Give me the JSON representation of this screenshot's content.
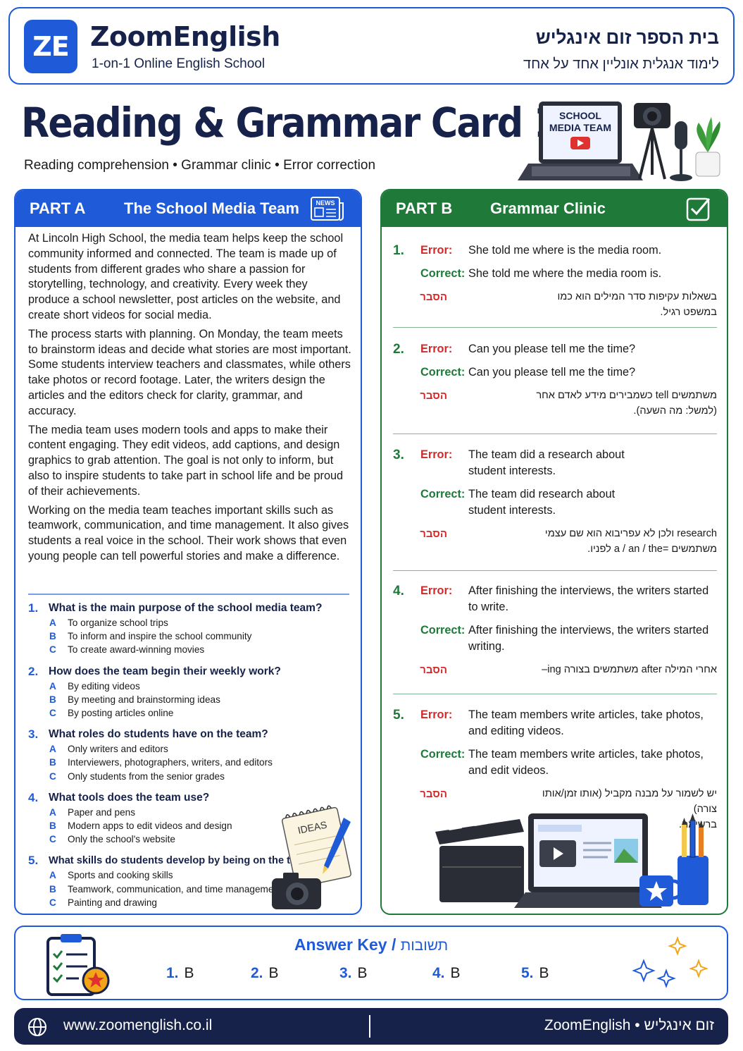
{
  "header": {
    "logo": "ZE",
    "brand": "ZoomEnglish",
    "subtitle": "1-on-1 Online English School",
    "hebrew_title": "בית הספר זום אינגליש",
    "hebrew_subtitle": "לימוד אנגלית אונליין אחד על אחד"
  },
  "title": "Reading & Grammar Card 163",
  "subtitle": "Reading comprehension • Grammar clinic • Error correction",
  "illustration_top": {
    "screen_line1": "SCHOOL",
    "screen_line2": "MEDIA TEAM"
  },
  "part_a": {
    "label": "PART A",
    "name": "The School Media Team",
    "icon_text": "NEWS",
    "paragraphs": [
      "At Lincoln High School, the media team helps keep the school community informed and connected. The team is made up of students from different grades who share a passion for storytelling, technology, and creativity. Every week they produce a school newsletter, post articles on the website, and create short videos for social media.",
      "The process starts with planning. On Monday, the team meets to brainstorm ideas and decide what stories are most important. Some students interview teachers and classmates, while others take photos or record footage. Later, the writers design the articles and the editors check for clarity, grammar, and accuracy.",
      "The media team uses modern tools and apps to make their content engaging. They edit videos, add captions, and design graphics to grab attention. The goal is not only to inform, but also to inspire students to take part in school life and be proud of their achievements.",
      "Working on the media team teaches important skills such as teamwork, communication, and time management. It also gives students a real voice in the school. Their work shows that even young people can tell powerful stories and make a difference."
    ],
    "questions": [
      {
        "num": "1.",
        "q": "What is the main purpose of the school media team?",
        "options": [
          {
            "l": "A",
            "t": "To organize school trips"
          },
          {
            "l": "B",
            "t": "To inform and inspire the school community"
          },
          {
            "l": "C",
            "t": "To create award-winning movies"
          }
        ]
      },
      {
        "num": "2.",
        "q": "How does the team begin their weekly work?",
        "options": [
          {
            "l": "A",
            "t": "By editing videos"
          },
          {
            "l": "B",
            "t": "By meeting and brainstorming ideas"
          },
          {
            "l": "C",
            "t": "By posting articles online"
          }
        ]
      },
      {
        "num": "3.",
        "q": "What roles do students have on the team?",
        "options": [
          {
            "l": "A",
            "t": "Only writers and editors"
          },
          {
            "l": "B",
            "t": "Interviewers, photographers, writers, and editors"
          },
          {
            "l": "C",
            "t": "Only students from the senior grades"
          }
        ]
      },
      {
        "num": "4.",
        "q": "What tools does the team use?",
        "options": [
          {
            "l": "A",
            "t": "Paper and pens"
          },
          {
            "l": "B",
            "t": "Modern apps to edit videos and design"
          },
          {
            "l": "C",
            "t": "Only the school's website"
          }
        ]
      },
      {
        "num": "5.",
        "q": "What skills do students develop by being on the team?",
        "options": [
          {
            "l": "A",
            "t": "Sports and cooking skills"
          },
          {
            "l": "B",
            "t": "Teamwork, communication, and time management"
          },
          {
            "l": "C",
            "t": "Painting and drawing"
          }
        ]
      }
    ],
    "illustration_note": "IDEAS"
  },
  "part_b": {
    "label": "PART B",
    "name": "Grammar Clinic",
    "labels": {
      "error": "Error:",
      "correct": "Correct:",
      "explain": "הסבר"
    },
    "items": [
      {
        "num": "1.",
        "error": "She told me where is the media room.",
        "correct": "She told me where the media room is.",
        "explain": [
          "בשאלות עקיפות סדר המילים הוא כמו במשפט רגיל."
        ]
      },
      {
        "num": "2.",
        "error": "Can you please tell me the time?",
        "correct": "Can you please tell me the time?",
        "explain": [
          "משתמשים tell כשמבירים מידע לאדם אחר",
          "(למשל: מה השעה)."
        ]
      },
      {
        "num": "3.",
        "error": "The team did a research about student interests.",
        "correct": "The team did research about student interests.",
        "explain": [
          "research ולכן לא עפריבוא הוא שם עצמי",
          "משתמשים =a / an / the לפניו."
        ]
      },
      {
        "num": "4.",
        "error": "After finishing the interviews, the writers started to write.",
        "correct": "After finishing the interviews, the writers started writing.",
        "explain": [
          "אחרי המילה after משתמשים בצורה ing–"
        ]
      },
      {
        "num": "5.",
        "error": "The team members write articles, take photos, and editing videos.",
        "correct": "The team members write articles, take photos, and edit videos.",
        "explain": [
          "יש לשמור על מבנה מקביל (אותו זמן/אותו צורה)",
          "ברשימה."
        ]
      }
    ]
  },
  "answer_key": {
    "title": "Answer Key",
    "separator": "/",
    "title_hebrew": "תשובות",
    "answers": [
      {
        "n": "1.",
        "a": "B"
      },
      {
        "n": "2.",
        "a": "B"
      },
      {
        "n": "3.",
        "a": "B"
      },
      {
        "n": "4.",
        "a": "B"
      },
      {
        "n": "5.",
        "a": "B"
      }
    ]
  },
  "footer": {
    "url": "www.zoomenglish.co.il",
    "brand": "ZoomEnglish  •  זום אינגליש"
  },
  "colors": {
    "blue": "#1f5bd8",
    "green": "#1f7a3a",
    "navy": "#16224a",
    "red": "#d12a2a"
  }
}
